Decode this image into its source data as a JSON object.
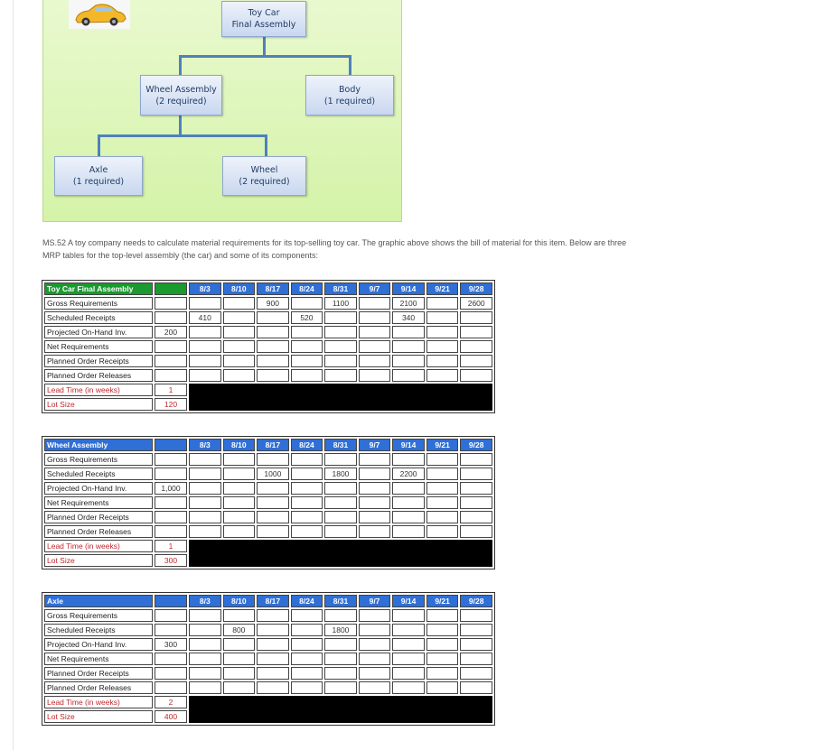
{
  "bom": {
    "nodes": {
      "toy_car": {
        "line1": "Toy Car",
        "line2": "Final Assembly"
      },
      "wheel_assembly": {
        "line1": "Wheel Assembly",
        "line2": "(2 required)"
      },
      "body": {
        "line1": "Body",
        "line2": "(1 required)"
      },
      "axle": {
        "line1": "Axle",
        "line2": "(1 required)"
      },
      "wheel": {
        "line1": "Wheel",
        "line2": "(2 required)"
      }
    }
  },
  "description": "MS.52 A toy company needs to calculate material requirements for its top-selling toy car. The graphic above shows the bill of material for this item. Below are three MRP tables for the top-level assembly (the car) and some of its components:",
  "periods": [
    "8/3",
    "8/10",
    "8/17",
    "8/24",
    "8/31",
    "9/7",
    "9/14",
    "9/21",
    "9/28"
  ],
  "row_labels": {
    "gross": "Gross Requirements",
    "scheduled": "Scheduled Receipts",
    "on_hand": "Projected On-Hand Inv.",
    "net": "Net Requirements",
    "por_receipts": "Planned Order Receipts",
    "por_releases": "Planned Order Releases",
    "lead_time": "Lead Time (in weeks)",
    "lot_size": "Lot Size"
  },
  "tables": [
    {
      "title": "Toy Car Final Assembly",
      "gross": [
        "",
        "",
        "900",
        "",
        "1100",
        "",
        "2100",
        "",
        "2600"
      ],
      "scheduled": [
        "410",
        "",
        "",
        "520",
        "",
        "",
        "340",
        "",
        ""
      ],
      "on_hand": "200",
      "lead_time": "1",
      "lot_size": "120"
    },
    {
      "title": "Wheel Assembly",
      "gross": [
        "",
        "",
        "",
        "",
        "",
        "",
        "",
        "",
        ""
      ],
      "scheduled": [
        "",
        "",
        "1000",
        "",
        "1800",
        "",
        "2200",
        "",
        ""
      ],
      "on_hand": "1,000",
      "lead_time": "1",
      "lot_size": "300"
    },
    {
      "title": "Axle",
      "gross": [
        "",
        "",
        "",
        "",
        "",
        "",
        "",
        "",
        ""
      ],
      "scheduled": [
        "",
        "800",
        "",
        "",
        "1800",
        "",
        "",
        "",
        ""
      ],
      "on_hand": "300",
      "lead_time": "2",
      "lot_size": "400"
    }
  ]
}
